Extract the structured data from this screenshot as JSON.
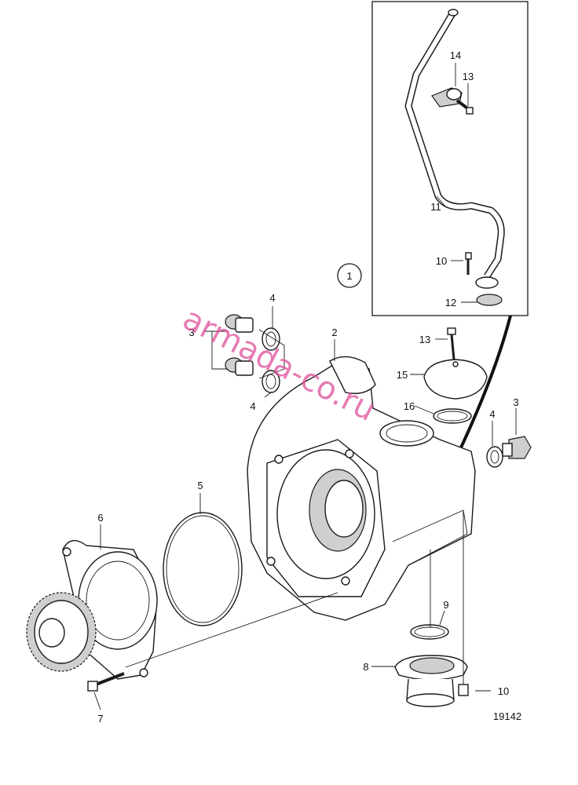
{
  "diagram": {
    "labels": {
      "l1": "1",
      "l2": "2",
      "l3a": "3",
      "l3b": "3",
      "l4a": "4",
      "l4b": "4",
      "l4c": "4",
      "l5": "5",
      "l6": "6",
      "l7": "7",
      "l8": "8",
      "l9": "9",
      "l10a": "10",
      "l10b": "10",
      "l11": "11",
      "l12": "12",
      "l13a": "13",
      "l13b": "13",
      "l14": "14",
      "l15": "15",
      "l16": "16"
    },
    "drawing_number": "19142",
    "watermark": "armada-co.ru"
  },
  "colors": {
    "line": "#1a1a1a",
    "watermark": "#e0509a",
    "background": "#ffffff"
  }
}
